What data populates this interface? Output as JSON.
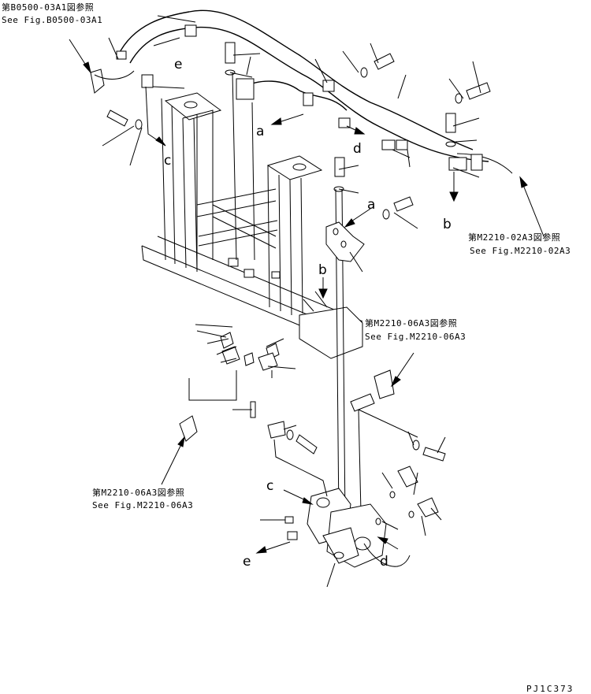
{
  "references": {
    "ref1_jp": "第B0500-03A1図参照",
    "ref1_en": "See Fig.B0500-03A1",
    "ref2_jp": "第M2210-02A3図参照",
    "ref2_en": "See Fig.M2210-02A3",
    "ref3_jp": "第M2210-06A3図参照",
    "ref3_en": "See Fig.M2210-06A3",
    "ref4_jp": "第M2210-06A3図参照",
    "ref4_en": "See Fig.M2210-06A3"
  },
  "labels": {
    "a_top": "a",
    "a_mid": "a",
    "b_top": "b",
    "b_mid": "b",
    "c_top": "c",
    "c_bottom": "c",
    "d_top": "d",
    "d_bottom": "d",
    "e_top": "e",
    "e_bottom": "e"
  },
  "drawing_code": "PJ1C373"
}
